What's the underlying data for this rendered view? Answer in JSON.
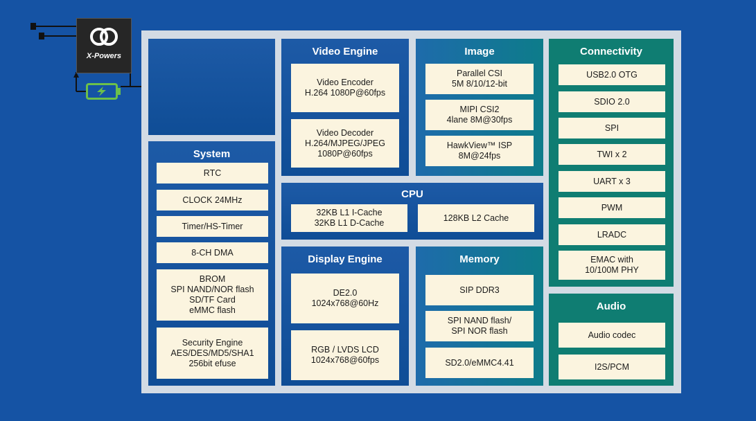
{
  "pmic": {
    "brand": "X-Powers"
  },
  "blocks": {
    "video_engine": {
      "title": "Video Engine",
      "items": [
        "Video Encoder\nH.264 1080P@60fps",
        "Video Decoder\nH.264/MJPEG/JPEG\n1080P@60fps"
      ]
    },
    "image": {
      "title": "Image",
      "items": [
        "Parallel CSI\n5M 8/10/12-bit",
        "MIPI CSI2\n4lane 8M@30fps",
        "HawkView™ ISP\n8M@24fps"
      ]
    },
    "connectivity": {
      "title": "Connectivity",
      "items": [
        "USB2.0 OTG",
        "SDIO 2.0",
        "SPI",
        "TWI x 2",
        "UART x 3",
        "PWM",
        "LRADC",
        "EMAC with\n10/100M PHY"
      ]
    },
    "system": {
      "title": "System",
      "items": [
        "RTC",
        "CLOCK 24MHz",
        "Timer/HS-Timer",
        "8-CH DMA",
        "BROM\nSPI NAND/NOR flash\nSD/TF Card\neMMC flash",
        "Security Engine\nAES/DES/MD5/SHA1\n256bit efuse"
      ]
    },
    "cpu": {
      "title": "CPU",
      "items": [
        "32KB L1 I-Cache\n32KB L1 D-Cache",
        "128KB L2 Cache"
      ]
    },
    "display_engine": {
      "title": "Display Engine",
      "items": [
        "DE2.0\n1024x768@60Hz",
        "RGB / LVDS LCD\n1024x768@60fps"
      ]
    },
    "memory": {
      "title": "Memory",
      "items": [
        "SIP DDR3",
        "SPI NAND flash/\nSPI NOR flash",
        "SD2.0/eMMC4.41"
      ]
    },
    "audio": {
      "title": "Audio",
      "items": [
        "Audio codec",
        "I2S/PCM"
      ]
    }
  },
  "colors": {
    "background": "#1553a4",
    "board": "#d3dbe4",
    "cell": "#fbf4df",
    "battery": "#6cc04a"
  }
}
